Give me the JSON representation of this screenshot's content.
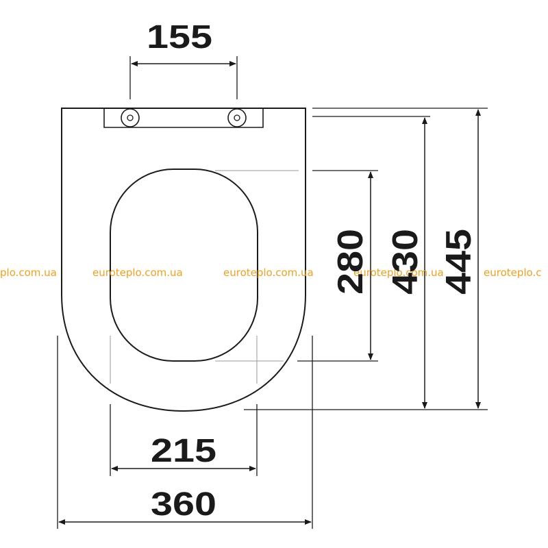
{
  "dimensions": {
    "hinge_spacing": "155",
    "inner_opening_length": "280",
    "seat_length": "430",
    "overall_length": "445",
    "inner_opening_width": "215",
    "overall_width": "360"
  },
  "watermark": {
    "texts": [
      "plo.com.ua",
      "euroteplo.com.ua",
      "euroteplo.com.ua",
      "euroteplo.com.ua",
      "euroteplo.c"
    ],
    "color": "#f0a020"
  },
  "colors": {
    "line": "#1a1a1a",
    "guide": "#9a9a9a"
  }
}
